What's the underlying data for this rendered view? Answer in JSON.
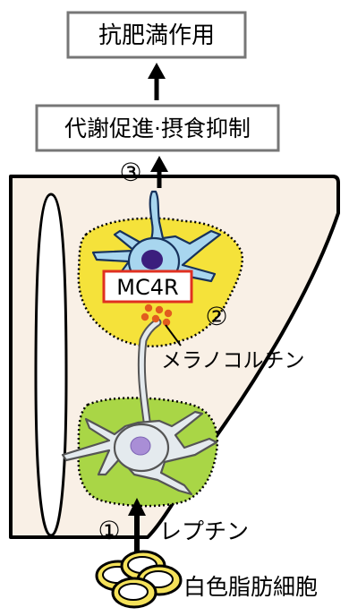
{
  "boxes": {
    "top": "抗肥満作用",
    "middle": "代謝促進·摂食抑制"
  },
  "labels": {
    "mc4r": "MC4R",
    "melanocortin": "メラノコルチン",
    "leptin": "レプチン",
    "white_adipocyte": "白色脂肪細胞"
  },
  "markers": {
    "step1": "①",
    "step2": "②",
    "step3": "③"
  },
  "colors": {
    "hypothalamus_fill": "#f9f0e6",
    "upper_region": "#f5e23a",
    "lower_region": "#a9d646",
    "neuron_blue": "#a8d6ef",
    "neuron_gray": "#e4eaee",
    "mc4r_border": "#e03020",
    "dots": "#e25c1e",
    "fat_cell": "#f5e25a"
  }
}
